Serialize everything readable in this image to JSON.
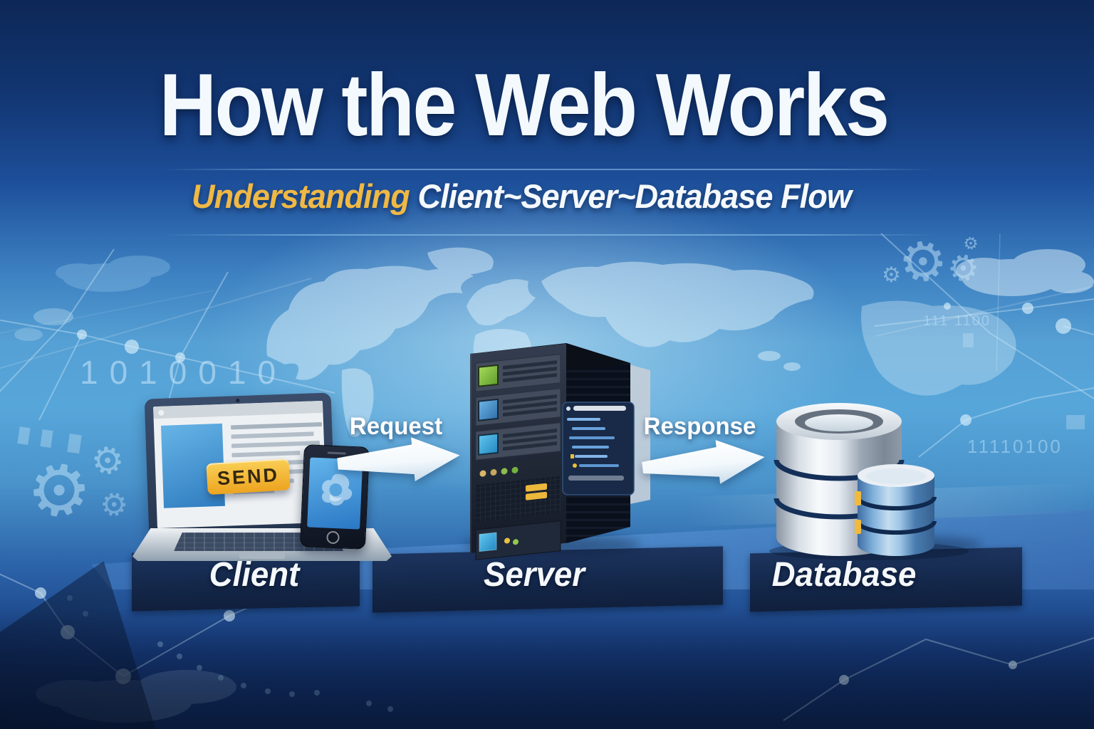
{
  "title": "How the Web Works",
  "subtitle": {
    "highlight": "Understanding",
    "rest": " Client~Server~Database Flow"
  },
  "flow": {
    "request": "Request",
    "response": "Response"
  },
  "nodes": [
    {
      "id": "client",
      "label": "Client"
    },
    {
      "id": "server",
      "label": "Server"
    },
    {
      "id": "database",
      "label": "Database"
    }
  ],
  "client_device": {
    "send_button": "SEND"
  },
  "background": {
    "binary_left": "1010010",
    "binary_right": "11110100",
    "binary_small": "111 1100"
  },
  "colors": {
    "accent_gold": "#F0B844",
    "banner_navy": "#152C52",
    "sky_blue": "#57A3D8",
    "deep_navy": "#0D2757",
    "send_yellow": "#F2B435",
    "arrow_white": "#FFFFFF"
  }
}
